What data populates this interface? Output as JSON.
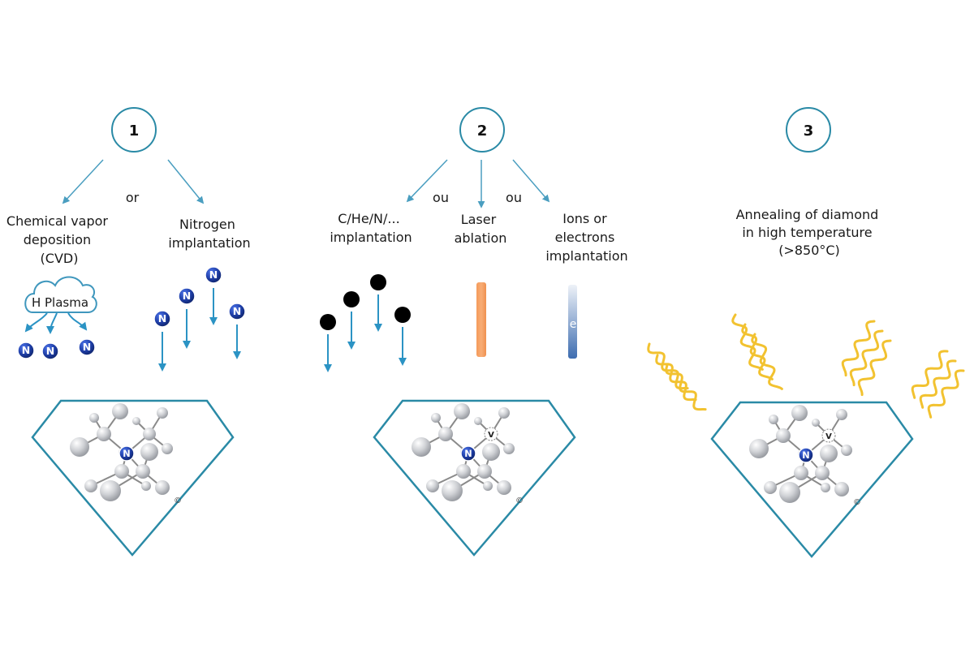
{
  "steps": [
    {
      "number": "1",
      "connector": "or",
      "methods": [
        {
          "label_lines": [
            "Chemical vapor",
            "deposition",
            "(CVD)"
          ]
        },
        {
          "label_lines": [
            "Nitrogen",
            "implantation"
          ]
        }
      ],
      "plasma_label": "H Plasma",
      "nitrogen_symbol": "N"
    },
    {
      "number": "2",
      "connector": "ou",
      "methods": [
        {
          "label_lines": [
            "C/He/N/...",
            "implantation"
          ]
        },
        {
          "label_lines": [
            "Laser",
            "ablation"
          ]
        },
        {
          "label_lines": [
            "Ions or",
            "electrons",
            "implantation"
          ]
        }
      ],
      "electron_symbol": "e"
    },
    {
      "number": "3",
      "methods": [
        {
          "label_lines": [
            "Annealing of diamond",
            "in high temperature",
            "(>850°C)"
          ]
        }
      ]
    }
  ],
  "crystal": {
    "nitrogen_symbol": "N",
    "vacancy_symbol": "V",
    "copyright_symbol": "©"
  },
  "colors": {
    "outline_teal": "#2a8aa6",
    "arrow_blue": "#2b93c4",
    "nitrogen_blue": "#1f3fa8",
    "laser_orange": "#f4a063",
    "heat_yellow": "#f2c230",
    "atom_gray": "#d0d2d6"
  }
}
